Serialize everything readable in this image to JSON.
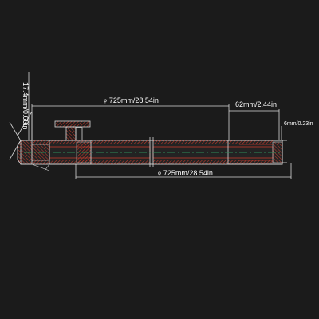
{
  "dimensions": {
    "overall_length_top": "725mm/28.54in",
    "overall_length_bottom": "725mm/28.54in",
    "end_section_length": "62mm/2.44in",
    "wall_thickness": "6mm/0.23in",
    "outer_diameter": "17.4mm/0.68in",
    "diameter_symbol": "φ"
  },
  "colors": {
    "background": "#1b1b1b",
    "outline": "#d9d9d9",
    "hatch": "#c0392b",
    "centerline": "#2e8b57",
    "dimension": "#ffffff"
  }
}
